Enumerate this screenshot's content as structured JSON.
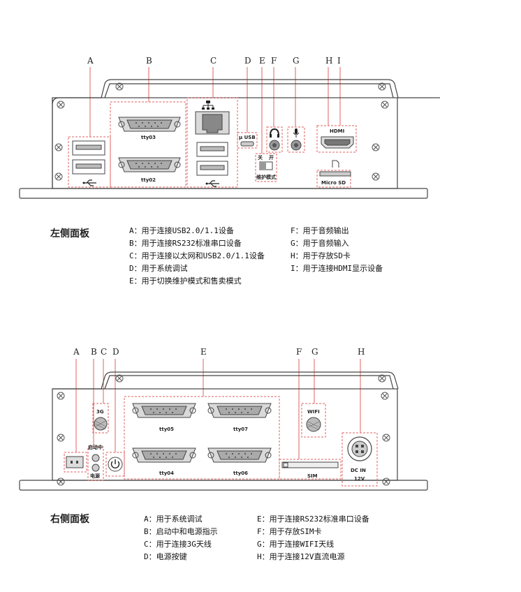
{
  "left_panel": {
    "title": "左侧面板",
    "markers": [
      "A",
      "B",
      "C",
      "D",
      "E",
      "F",
      "G",
      "H",
      "I"
    ],
    "port_labels": {
      "tty03": "tty03",
      "tty02": "tty02",
      "micro_usb": "μ USB",
      "switch_off": "关",
      "switch_on": "开",
      "maintenance_mode": "维护模式",
      "hdmi": "HDMI",
      "micro_sd": "Micro SD"
    },
    "descriptions_left": [
      "A：用于连接USB2.0/1.1设备",
      "B：用于连接RS232标准串口设备",
      "C：用于连接以太网和USB2.0/1.1设备",
      "D：用于系统调试",
      "E：用于切换维护模式和售卖模式"
    ],
    "descriptions_right": [
      "F：用于音频输出",
      "G：用于音频输入",
      "H：用于存放SD卡",
      "I：用于连接HDMI显示设备"
    ]
  },
  "right_panel": {
    "title": "右侧面板",
    "markers": [
      "A",
      "B",
      "C",
      "D",
      "E",
      "F",
      "G",
      "H"
    ],
    "port_labels": {
      "ant_3g": "3G",
      "wifi": "WIFI",
      "starting": "启动中",
      "power": "电源",
      "tty05": "tty05",
      "tty07": "tty07",
      "tty04": "tty04",
      "tty06": "tty06",
      "sim": "SIM",
      "dc_in": "DC IN",
      "dc_voltage": "12V"
    },
    "descriptions_left": [
      "A：用于系统调试",
      "B：启动中和电源指示",
      "C：用于连接3G天线",
      "D：电源按键"
    ],
    "descriptions_right": [
      "E：用于连接RS232标准串口设备",
      "F：用于存放SIM卡",
      "G：用于连接WIFI天线",
      "H：用于连接12V直流电源"
    ]
  },
  "colors": {
    "guide": "#e06060",
    "outline": "#444444"
  }
}
